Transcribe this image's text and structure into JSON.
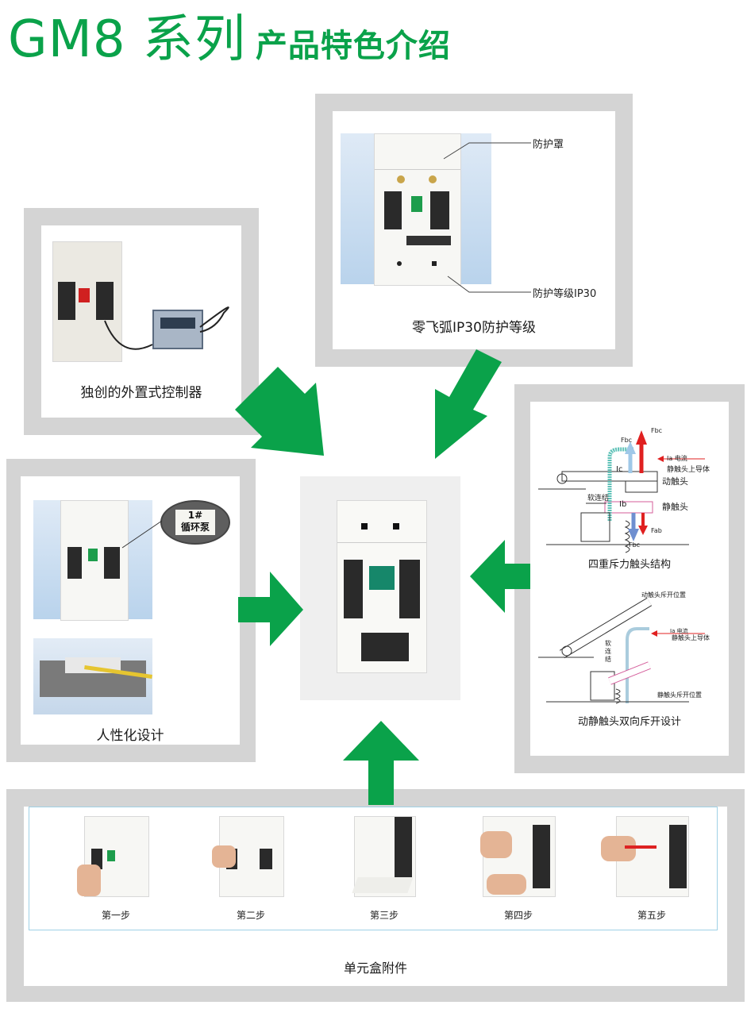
{
  "header": {
    "title_prefix": "GM8 系列",
    "title_suffix": "产品特色介绍"
  },
  "panels": {
    "protection": {
      "label_top": "防护罩",
      "label_bottom": "防护等级IP30",
      "caption": "零飞弧IP30防护等级"
    },
    "controller": {
      "caption": "独创的外置式控制器"
    },
    "humanized": {
      "tag_line1": "1#",
      "tag_line2": "循环泵",
      "caption": "人性化设计"
    },
    "contact": {
      "diagram1": {
        "fbc_top": "Fbc",
        "fbc_left": "Fbc",
        "ia_label": "Ia 电流",
        "static_top_conductor": "静触头上导体",
        "ic_label": "Ic",
        "moving_contact": "动触头",
        "soft_link": "软连结",
        "ib_label": "Ib",
        "static_contact": "静触头",
        "fab_label": "Fab",
        "fbc_bottom": "Fbc",
        "caption": "四重斥力触头结构"
      },
      "diagram2": {
        "moving_open": "动触头斥开位置",
        "ia_label": "Ia 电流",
        "static_top_conductor": "静触头上导体",
        "soft_link": "软连结",
        "static_open": "静触头斥开位置",
        "caption": "动静触头双向斥开设计"
      }
    },
    "accessory": {
      "steps": [
        "第一步",
        "第二步",
        "第三步",
        "第四步",
        "第五步"
      ],
      "caption": "单元盒附件"
    }
  },
  "colors": {
    "brand_green": "#0aa24a",
    "panel_gray": "#d4d4d4",
    "arrow_red": "#e02020",
    "arrow_blue": "#6f8fd0"
  }
}
